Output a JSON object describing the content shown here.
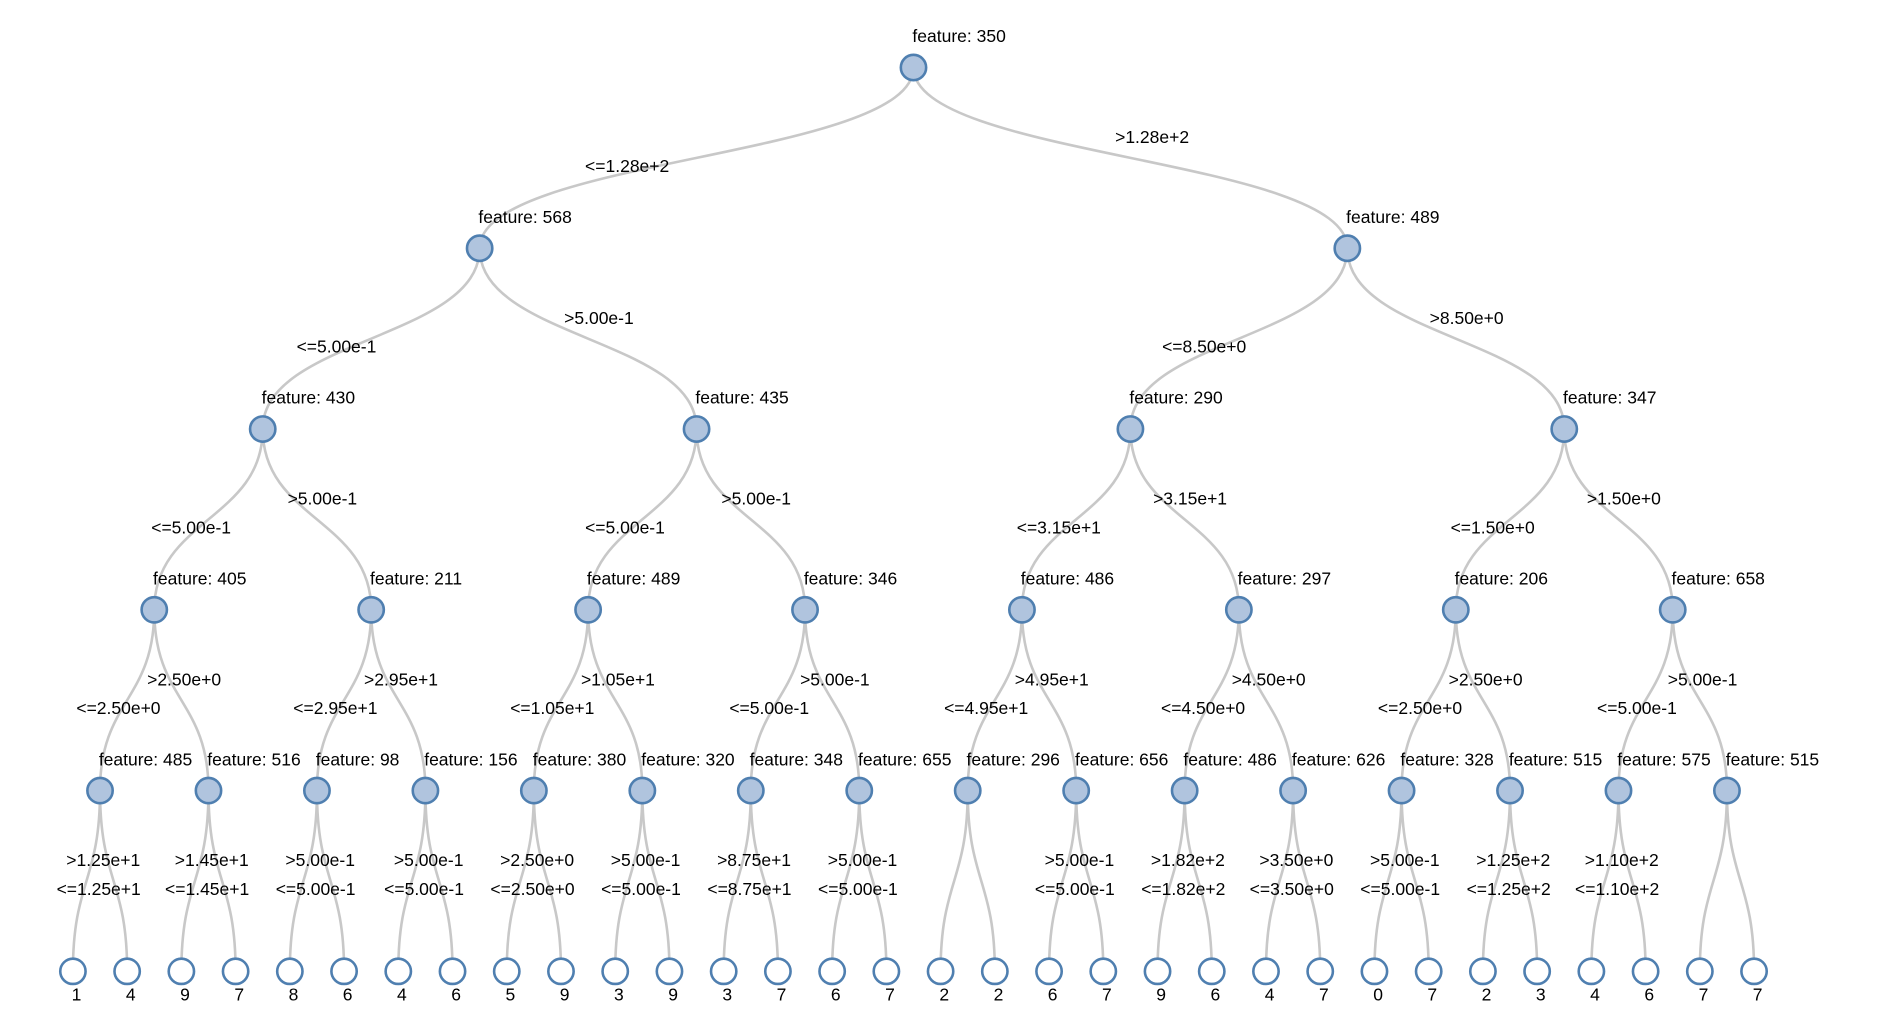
{
  "colors": {
    "internal_fill": "#b0c4de",
    "node_stroke": "#4f7fb0",
    "leaf_fill": "#ffffff",
    "edge": "#c8c8c8"
  },
  "tree": {
    "label": "feature: 350",
    "children": [
      {
        "edge": "<=1.28e+2",
        "label": "feature: 568",
        "children": [
          {
            "edge": "<=5.00e-1",
            "label": "feature: 430",
            "children": [
              {
                "edge": "<=5.00e-1",
                "label": "feature: 405",
                "children": [
                  {
                    "edge": "<=2.50e+0",
                    "label": "feature: 485",
                    "children": [
                      {
                        "edge": "<=1.25e+1",
                        "leaf": "1"
                      },
                      {
                        "edge": ">1.25e+1",
                        "leaf": "4"
                      }
                    ]
                  },
                  {
                    "edge": ">2.50e+0",
                    "label": "feature: 516",
                    "children": [
                      {
                        "edge": "<=1.45e+1",
                        "leaf": "9"
                      },
                      {
                        "edge": ">1.45e+1",
                        "leaf": "7"
                      }
                    ]
                  }
                ]
              },
              {
                "edge": ">5.00e-1",
                "label": "feature: 211",
                "children": [
                  {
                    "edge": "<=2.95e+1",
                    "label": "feature: 98",
                    "children": [
                      {
                        "edge": "<=5.00e-1",
                        "leaf": "8"
                      },
                      {
                        "edge": ">5.00e-1",
                        "leaf": "6"
                      }
                    ]
                  },
                  {
                    "edge": ">2.95e+1",
                    "label": "feature: 156",
                    "children": [
                      {
                        "edge": "<=5.00e-1",
                        "leaf": "4"
                      },
                      {
                        "edge": ">5.00e-1",
                        "leaf": "6"
                      }
                    ]
                  }
                ]
              }
            ]
          },
          {
            "edge": ">5.00e-1",
            "label": "feature: 435",
            "children": [
              {
                "edge": "<=5.00e-1",
                "label": "feature: 489",
                "children": [
                  {
                    "edge": "<=1.05e+1",
                    "label": "feature: 380",
                    "children": [
                      {
                        "edge": "<=2.50e+0",
                        "leaf": "5"
                      },
                      {
                        "edge": ">2.50e+0",
                        "leaf": "9"
                      }
                    ]
                  },
                  {
                    "edge": ">1.05e+1",
                    "label": "feature: 320",
                    "children": [
                      {
                        "edge": "<=5.00e-1",
                        "leaf": "3"
                      },
                      {
                        "edge": ">5.00e-1",
                        "leaf": "9"
                      }
                    ]
                  }
                ]
              },
              {
                "edge": ">5.00e-1",
                "label": "feature: 346",
                "children": [
                  {
                    "edge": "<=5.00e-1",
                    "label": "feature: 348",
                    "children": [
                      {
                        "edge": "<=8.75e+1",
                        "leaf": "3"
                      },
                      {
                        "edge": ">8.75e+1",
                        "leaf": "7"
                      }
                    ]
                  },
                  {
                    "edge": ">5.00e-1",
                    "label": "feature: 655",
                    "children": [
                      {
                        "edge": "<=5.00e-1",
                        "leaf": "6"
                      },
                      {
                        "edge": ">5.00e-1",
                        "leaf": "7"
                      }
                    ]
                  }
                ]
              }
            ]
          }
        ]
      },
      {
        "edge": ">1.28e+2",
        "label": "feature: 489",
        "children": [
          {
            "edge": "<=8.50e+0",
            "label": "feature: 290",
            "children": [
              {
                "edge": "<=3.15e+1",
                "label": "feature: 486",
                "children": [
                  {
                    "edge": "<=4.95e+1",
                    "label": "feature: 296",
                    "children": [
                      {
                        "edge": "",
                        "leaf": "2"
                      },
                      {
                        "edge": "",
                        "leaf": "2"
                      }
                    ]
                  },
                  {
                    "edge": ">4.95e+1",
                    "label": "feature: 656",
                    "children": [
                      {
                        "edge": "<=5.00e-1",
                        "leaf": "6"
                      },
                      {
                        "edge": ">5.00e-1",
                        "leaf": "7"
                      }
                    ]
                  }
                ]
              },
              {
                "edge": ">3.15e+1",
                "label": "feature: 297",
                "children": [
                  {
                    "edge": "<=4.50e+0",
                    "label": "feature: 486",
                    "children": [
                      {
                        "edge": "<=1.82e+2",
                        "leaf": "9"
                      },
                      {
                        "edge": ">1.82e+2",
                        "leaf": "6"
                      }
                    ]
                  },
                  {
                    "edge": ">4.50e+0",
                    "label": "feature: 626",
                    "children": [
                      {
                        "edge": "<=3.50e+0",
                        "leaf": "4"
                      },
                      {
                        "edge": ">3.50e+0",
                        "leaf": "7"
                      }
                    ]
                  }
                ]
              }
            ]
          },
          {
            "edge": ">8.50e+0",
            "label": "feature: 347",
            "children": [
              {
                "edge": "<=1.50e+0",
                "label": "feature: 206",
                "children": [
                  {
                    "edge": "<=2.50e+0",
                    "label": "feature: 328",
                    "children": [
                      {
                        "edge": "<=5.00e-1",
                        "leaf": "0"
                      },
                      {
                        "edge": ">5.00e-1",
                        "leaf": "7"
                      }
                    ]
                  },
                  {
                    "edge": ">2.50e+0",
                    "label": "feature: 515",
                    "children": [
                      {
                        "edge": "<=1.25e+2",
                        "leaf": "2"
                      },
                      {
                        "edge": ">1.25e+2",
                        "leaf": "3"
                      }
                    ]
                  }
                ]
              },
              {
                "edge": ">1.50e+0",
                "label": "feature: 658",
                "children": [
                  {
                    "edge": "<=5.00e-1",
                    "label": "feature: 575",
                    "children": [
                      {
                        "edge": "<=1.10e+2",
                        "leaf": "4"
                      },
                      {
                        "edge": ">1.10e+2",
                        "leaf": "6"
                      }
                    ]
                  },
                  {
                    "edge": ">5.00e-1",
                    "label": "feature: 515",
                    "children": [
                      {
                        "edge": "",
                        "leaf": "7"
                      },
                      {
                        "edge": "",
                        "leaf": "7"
                      }
                    ]
                  }
                ]
              }
            ]
          }
        ]
      }
    ]
  }
}
